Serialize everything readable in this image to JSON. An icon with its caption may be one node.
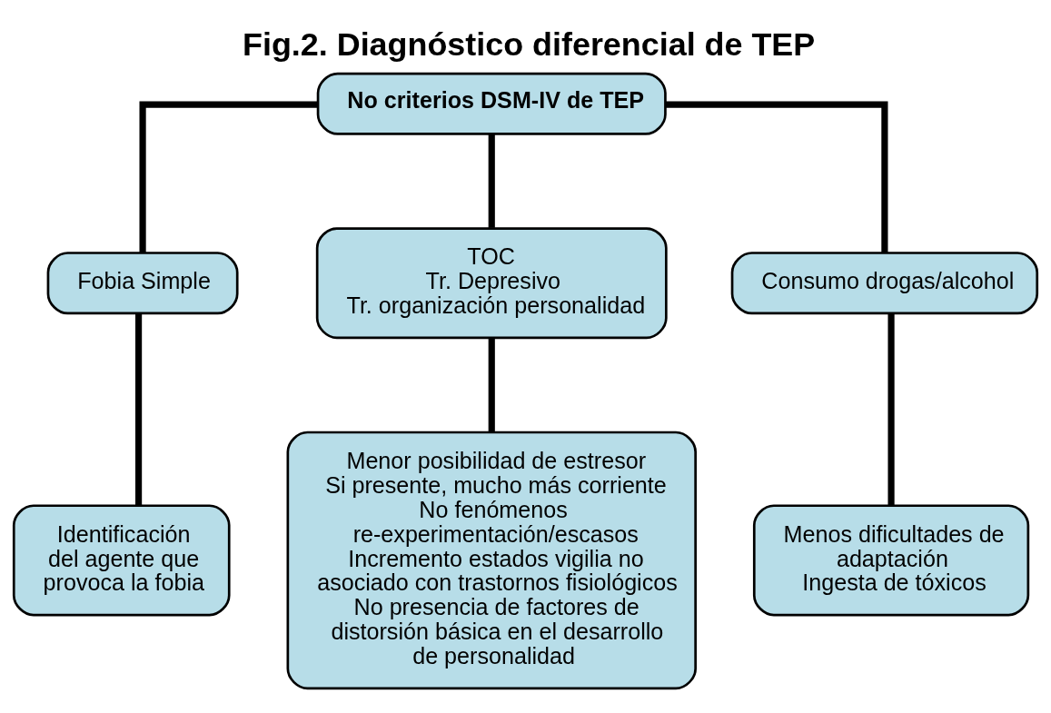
{
  "diagram": {
    "title": "Fig.2. Diagnóstico diferencial de TEP",
    "nodes": [
      {
        "text": [
          "No criterios DSM-IV de TEP"
        ]
      },
      {
        "text": [
          "Fobia Simple"
        ]
      },
      {
        "text": [
          "TOC",
          "Tr. Depresivo",
          "Tr. organización personalidad"
        ]
      },
      {
        "text": [
          "Consumo drogas/alcohol"
        ]
      },
      {
        "text": [
          "Identificación del agente que provoca la fobia"
        ]
      },
      {
        "text": [
          "Menor posibilidad de estresor",
          "Si presente, mucho más corriente",
          "No fenómenos re-experimentación/escasos",
          "Incremento estados vigilia no asociado con trastornos fisiológicos",
          "No presencia de factores de distorsión básica en el desarrollo de personalidad"
        ]
      },
      {
        "text": [
          "Menos dificultades de adaptación",
          "Ingesta de tóxicos"
        ]
      }
    ],
    "edges": [
      {
        "from": 0,
        "to": 1,
        "arrow": "none"
      },
      {
        "from": 0,
        "to": 2,
        "arrow": "none"
      },
      {
        "from": 0,
        "to": 3,
        "arrow": "none"
      },
      {
        "from": 1,
        "to": 4,
        "arrow": "none"
      },
      {
        "from": 2,
        "to": 5,
        "arrow": "none"
      },
      {
        "from": 3,
        "to": 6,
        "arrow": "none"
      }
    ]
  }
}
